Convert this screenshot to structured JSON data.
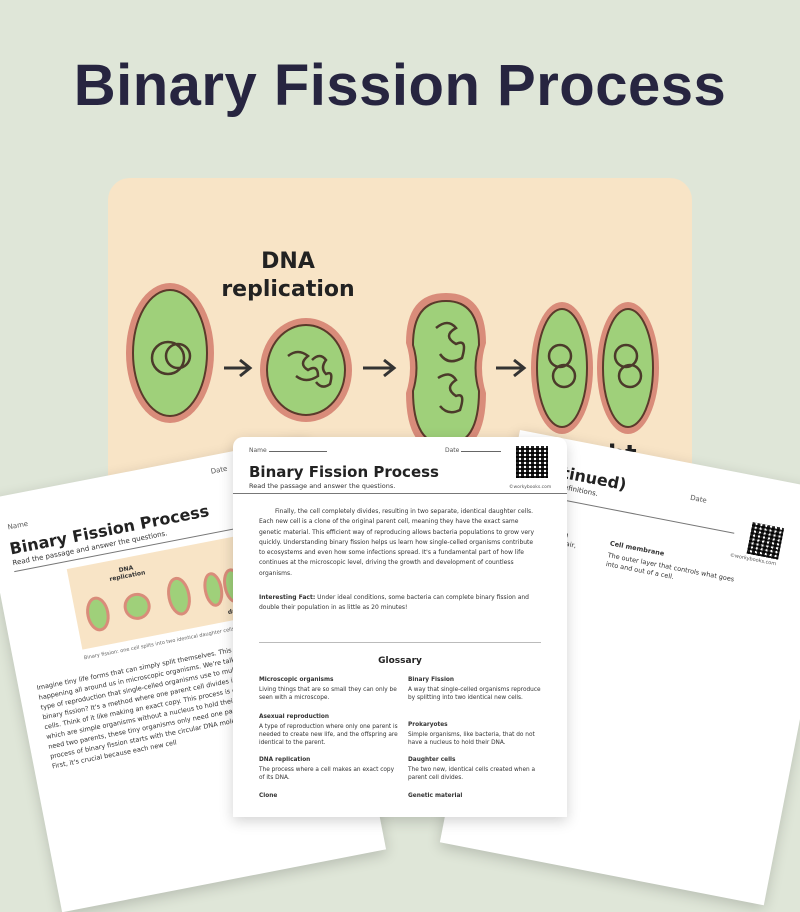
{
  "page": {
    "title": "Binary Fission Process"
  },
  "hero": {
    "label_line1": "DNA",
    "label_line2": "replication",
    "partial_text": "ht"
  },
  "main_sheet": {
    "name_label": "Name",
    "date_label": "Date",
    "title": "Binary Fission Process",
    "subtitle": "Read the passage and answer the questions.",
    "brand": "©workybooks.com",
    "paragraph": "Finally, the cell completely divides, resulting in two separate, identical daughter cells. Each new cell is a clone of the original parent cell, meaning they have the exact same genetic material. This efficient way of reproducing allows bacteria populations to grow very quickly. Understanding binary fission helps us learn how single-celled organisms contribute to ecosystems and even how some infections spread. It's a fundamental part of how life continues at the microscopic level, driving the growth and development of countless organisms.",
    "fact_label": "Interesting Fact:",
    "fact_text": "Under ideal conditions, some bacteria can complete binary fission and double their population in as little as 20 minutes!",
    "glossary_title": "Glossary",
    "glossary": [
      {
        "term": "Microscopic organisms",
        "def": "Living things that are so small they can only be seen with a microscope."
      },
      {
        "term": "Binary Fission",
        "def": "A way that single-celled organisms reproduce by splitting into two identical new cells."
      },
      {
        "term": "Asexual reproduction",
        "def": "A type of reproduction where only one parent is needed to create new life, and the offspring are identical to the parent."
      },
      {
        "term": "Prokaryotes",
        "def": "Simple organisms, like bacteria, that do not have a nucleus to hold their DNA."
      },
      {
        "term": "DNA replication",
        "def": "The process where a cell makes an exact copy of its DNA."
      },
      {
        "term": "Daughter cells",
        "def": "The two new, identical cells created when a parent cell divides."
      },
      {
        "term": "Clone",
        "def": ""
      },
      {
        "term": "Genetic material",
        "def": ""
      }
    ]
  },
  "left_sheet": {
    "name_label": "Name",
    "date_label": "Date",
    "title": "Binary Fission Process",
    "subtitle": "Read the passage and answer the questions.",
    "image_label1": "DNA",
    "image_label2": "replication",
    "image_label3": "daughte",
    "caption": "Binary fission: one cell splits into two identical daughter cells.",
    "body": "Imagine tiny life forms that can simply split themselves. This amazing process is happening all around us in microscopic organisms. We're talking about binary fission, a type of reproduction that single-celled organisms use to multiply. So, what exactly is binary fission? It's a method where one parent cell divides into two identical daughter cells. Think of it like making an exact copy. This process is common in prokaryotes, which are simple organisms without a nucleus to hold their DNA. Unlike humans, who need two parents, these tiny organisms only need one parent to create offspring. The process of binary fission starts with the circular DNA molecule inside the bacterium. First, it's crucial because each new cell"
  },
  "right_sheet": {
    "date_label": "Date",
    "title": "(continued)",
    "subtitle": "s and their definitions.",
    "brand": "©workybooks.com",
    "col1": "things interacting environment like air,",
    "term": "Cell membrane",
    "def": "The outer layer that controls what goes into and out of a cell."
  }
}
